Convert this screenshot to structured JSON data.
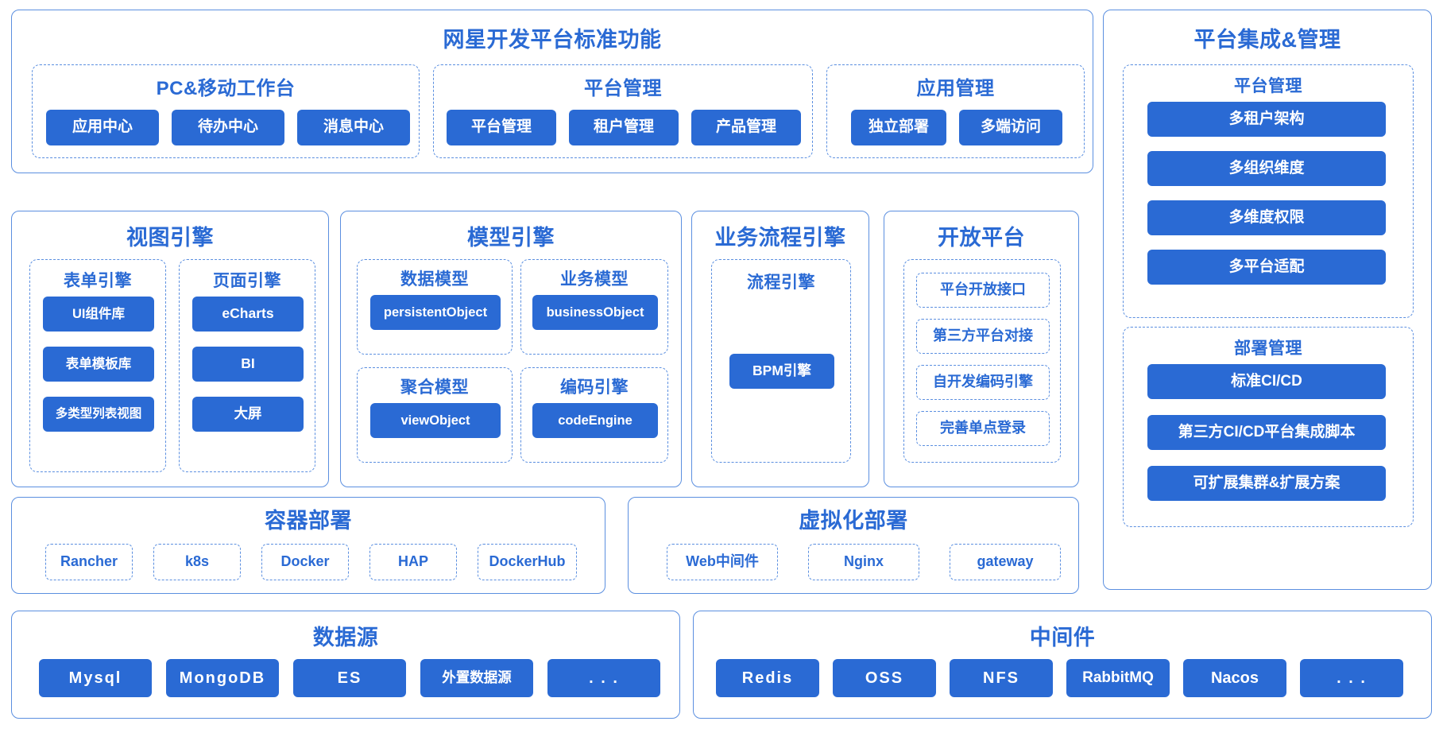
{
  "diagram": {
    "title_left": "网星开发平台标准功能",
    "title_right": "平台集成&管理"
  },
  "standard_platform": {
    "title": "网星开发平台标准功能",
    "groups": [
      {
        "title": "PC&移动工作台",
        "items": [
          "应用中心",
          "待办中心",
          "消息中心"
        ]
      },
      {
        "title": "平台管理",
        "items": [
          "平台管理",
          "租户管理",
          "产品管理"
        ]
      },
      {
        "title": "应用管理",
        "items": [
          "独立部署",
          "多端访问"
        ]
      }
    ]
  },
  "engines": {
    "view_engine": {
      "title": "视图引擎",
      "subgroups": [
        {
          "title": "表单引擎",
          "items": [
            "UI组件库",
            "表单模板库",
            "多类型列表视图"
          ]
        },
        {
          "title": "页面引擎",
          "items": [
            "eCharts",
            "BI",
            "大屏"
          ]
        }
      ]
    },
    "model_engine": {
      "title": "模型引擎",
      "subgroups": [
        {
          "title": "数据模型",
          "items": [
            "persistentObject"
          ]
        },
        {
          "title": "业务模型",
          "items": [
            "businessObject"
          ]
        },
        {
          "title": "聚合模型",
          "items": [
            "viewObject"
          ]
        },
        {
          "title": "编码引擎",
          "items": [
            "codeEngine"
          ]
        }
      ]
    },
    "process_engine": {
      "title": "业务流程引擎",
      "subgroups": [
        {
          "title": "流程引擎",
          "items": [
            "BPM引擎"
          ]
        }
      ]
    },
    "open_platform": {
      "title": "开放平台",
      "items": [
        "平台开放接口",
        "第三方平台对接",
        "自开发编码引擎",
        "完善单点登录"
      ]
    }
  },
  "deployment": {
    "container": {
      "title": "容器部署",
      "items": [
        "Rancher",
        "k8s",
        "Docker",
        "HAP",
        "DockerHub"
      ]
    },
    "virtualization": {
      "title": "虚拟化部署",
      "items": [
        "Web中间件",
        "Nginx",
        "gateway"
      ]
    }
  },
  "infrastructure": {
    "datasource": {
      "title": "数据源",
      "items": [
        "Mysql",
        "MongoDB",
        "ES",
        "外置数据源",
        ". . ."
      ]
    },
    "middleware": {
      "title": "中间件",
      "items": [
        "Redis",
        "OSS",
        "NFS",
        "RabbitMQ",
        "Nacos",
        ". . ."
      ]
    }
  },
  "platform_integration": {
    "title": "平台集成&管理",
    "groups": [
      {
        "title": "平台管理",
        "items": [
          "多租户架构",
          "多组织维度",
          "多维度权限",
          "多平台适配"
        ]
      },
      {
        "title": "部署管理",
        "items": [
          "标准CI/CD",
          "第三方CI/CD平台集成脚本",
          "可扩展集群&扩展方案"
        ]
      }
    ]
  },
  "colors": {
    "accent": "#2a6ad4",
    "border": "#5b8fe0",
    "chip_text": "#ffffff",
    "background": "#ffffff"
  }
}
